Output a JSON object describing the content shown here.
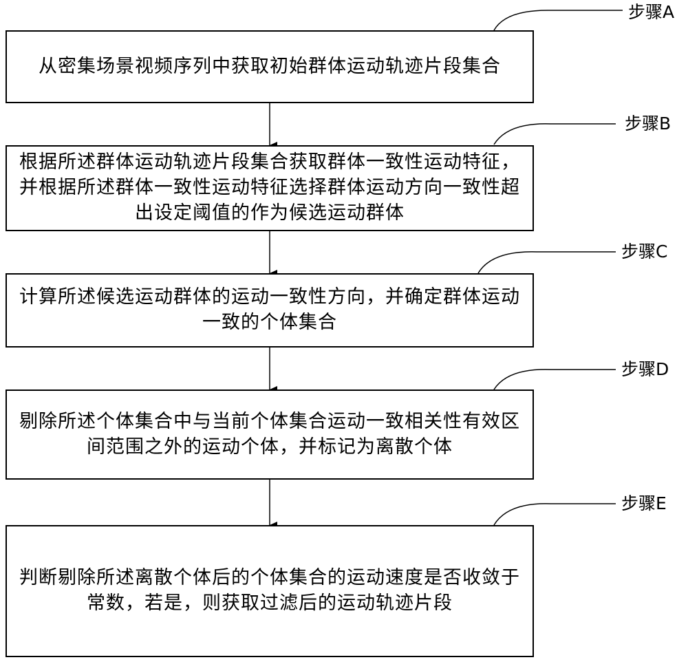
{
  "steps": [
    {
      "label": "步骤A",
      "text": "从密集场景视频序列中获取初始群体运动轨迹片段集合"
    },
    {
      "label": "步骤B",
      "text": "根据所述群体运动轨迹片段集合获取群体一致性运动特征，并根据所述群体一致性运动特征选择群体运动方向一致性超出设定阈值的作为候选运动群体"
    },
    {
      "label": "步骤C",
      "text": "计算所述候选运动群体的运动一致性方向，并确定群体运动一致的个体集合"
    },
    {
      "label": "步骤D",
      "text": "剔除所述个体集合中与当前个体集合运动一致相关性有效区间范围之外的运动个体，并标记为离散个体"
    },
    {
      "label": "步骤E",
      "text": "判断剔除所述离散个体后的个体集合的运动速度是否收敛于常数，若是，则获取过滤后的运动轨迹片段"
    }
  ]
}
